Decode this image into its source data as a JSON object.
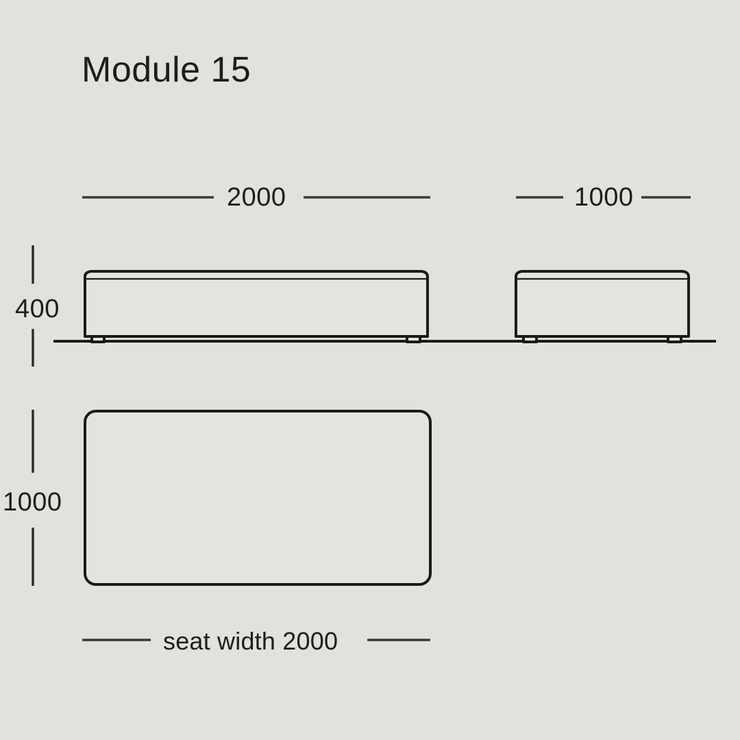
{
  "sheet": {
    "title": "Module 15",
    "background_color": "#e2e1db",
    "line_color": "#1a1a18"
  },
  "dimensions": {
    "front_width": "2000",
    "side_width": "1000",
    "height": "400",
    "depth": "1000",
    "seat_width_caption": "seat width 2000"
  },
  "views": {
    "front_elevation_name": "front-elevation",
    "side_elevation_name": "side-elevation",
    "plan_view_name": "plan-view",
    "ground_line_name": "ground-line"
  }
}
